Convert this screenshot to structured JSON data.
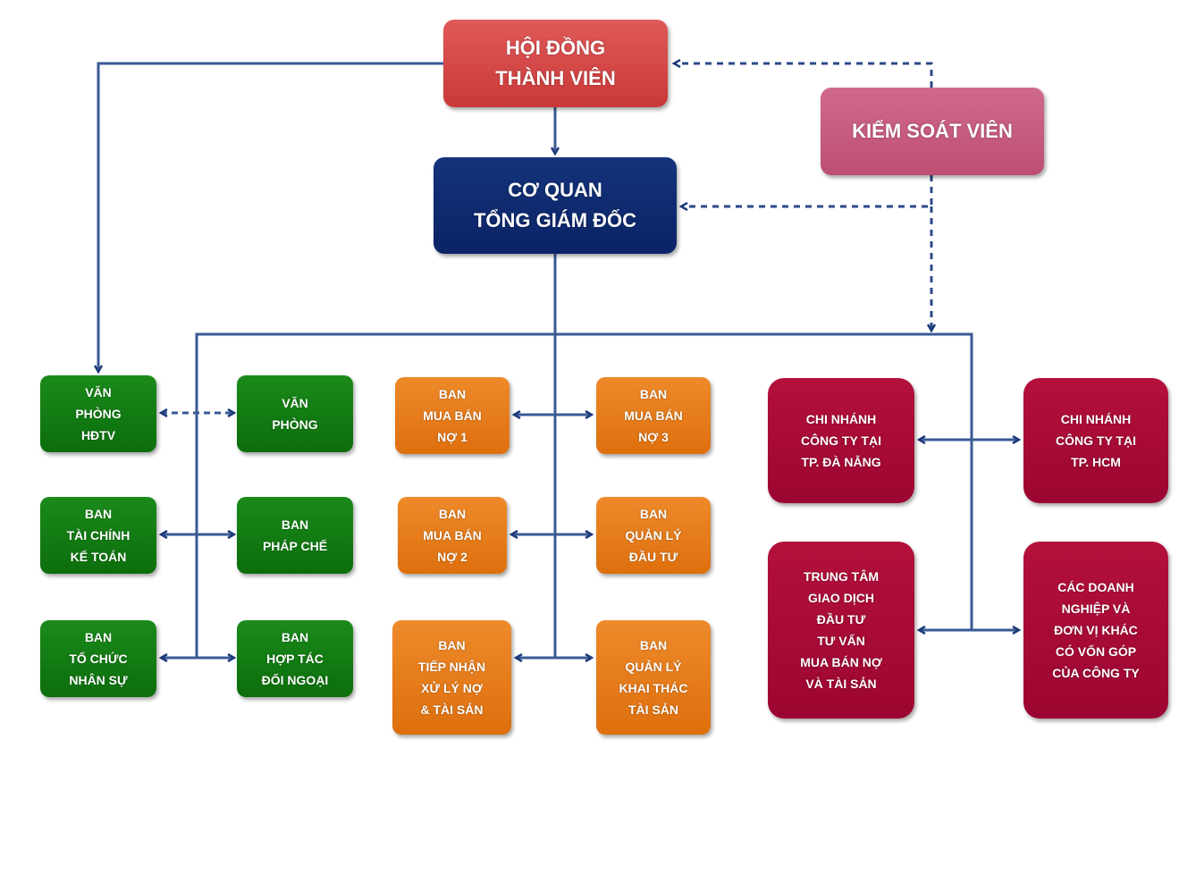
{
  "diagram": {
    "type": "org-chart",
    "language": "vi",
    "colors": {
      "board": "#d04444",
      "executive": "#0f2a70",
      "controller": "#c65a7e",
      "admin_departments": "#117a11",
      "business_departments": "#e67a18",
      "branches_units": "#a50a36",
      "connector": "#2f4f8f"
    },
    "nodes": {
      "board": {
        "label": "HỘI ĐỒNG\nTHÀNH VIÊN"
      },
      "ceo": {
        "label": "CƠ QUAN\nTỔNG GIÁM ĐỐC"
      },
      "controller": {
        "label": "KIỂM SOÁT VIÊN"
      },
      "green": [
        {
          "label": "VĂN\nPHÒNG\nHĐTV"
        },
        {
          "label": "VĂN\nPHÒNG"
        },
        {
          "label": "BAN\nTÀI CHÍNH\nKẾ TOÁN"
        },
        {
          "label": "BAN\nPHÁP CHẾ"
        },
        {
          "label": "BAN\nTỔ CHỨC\nNHÂN SỰ"
        },
        {
          "label": "BAN\nHỢP TÁC\nĐỐI NGOẠI"
        }
      ],
      "orange": [
        {
          "label": "BAN\nMUA BÁN\nNỢ 1"
        },
        {
          "label": "BAN\nMUA BÁN\nNỢ 3"
        },
        {
          "label": "BAN\nMUA BÁN\nNỢ 2"
        },
        {
          "label": "BAN\nQUẢN LÝ\nĐẦU TƯ"
        },
        {
          "label": "BAN\nTIẾP NHẬN\nXỬ LÝ NỢ\n& TÀI SẢN"
        },
        {
          "label": "BAN\nQUẢN LÝ\nKHAI THÁC\nTÀI SẢN"
        }
      ],
      "crimson": [
        {
          "label": "CHI NHÁNH\nCÔNG TY TẠI\nTP. ĐÀ NẴNG"
        },
        {
          "label": "CHI NHÁNH\nCÔNG TY TẠI\nTP. HCM"
        },
        {
          "label": "TRUNG TÂM\nGIAO DỊCH\nĐẦU TƯ\nTƯ VẤN\nMUA BÁN NỢ\nVÀ TÀI SẢN"
        },
        {
          "label": "CÁC DOANH\nNGHIỆP VÀ\nĐƠN VỊ KHÁC\nCÓ VỐN GÓP\nCỦA CÔNG TY"
        }
      ]
    },
    "edges": [
      {
        "from": "board",
        "to": "ceo",
        "style": "solid"
      },
      {
        "from": "board",
        "to": "green.0",
        "style": "solid"
      },
      {
        "from": "controller",
        "to": "board",
        "style": "dashed"
      },
      {
        "from": "controller",
        "to": "ceo",
        "style": "dashed"
      },
      {
        "from": "controller",
        "to": "departments-bus",
        "style": "dashed"
      },
      {
        "from": "ceo",
        "to": "departments-bus",
        "style": "solid"
      },
      {
        "from": "green.0",
        "to": "green.1",
        "style": "dashed-bidirectional"
      }
    ]
  }
}
